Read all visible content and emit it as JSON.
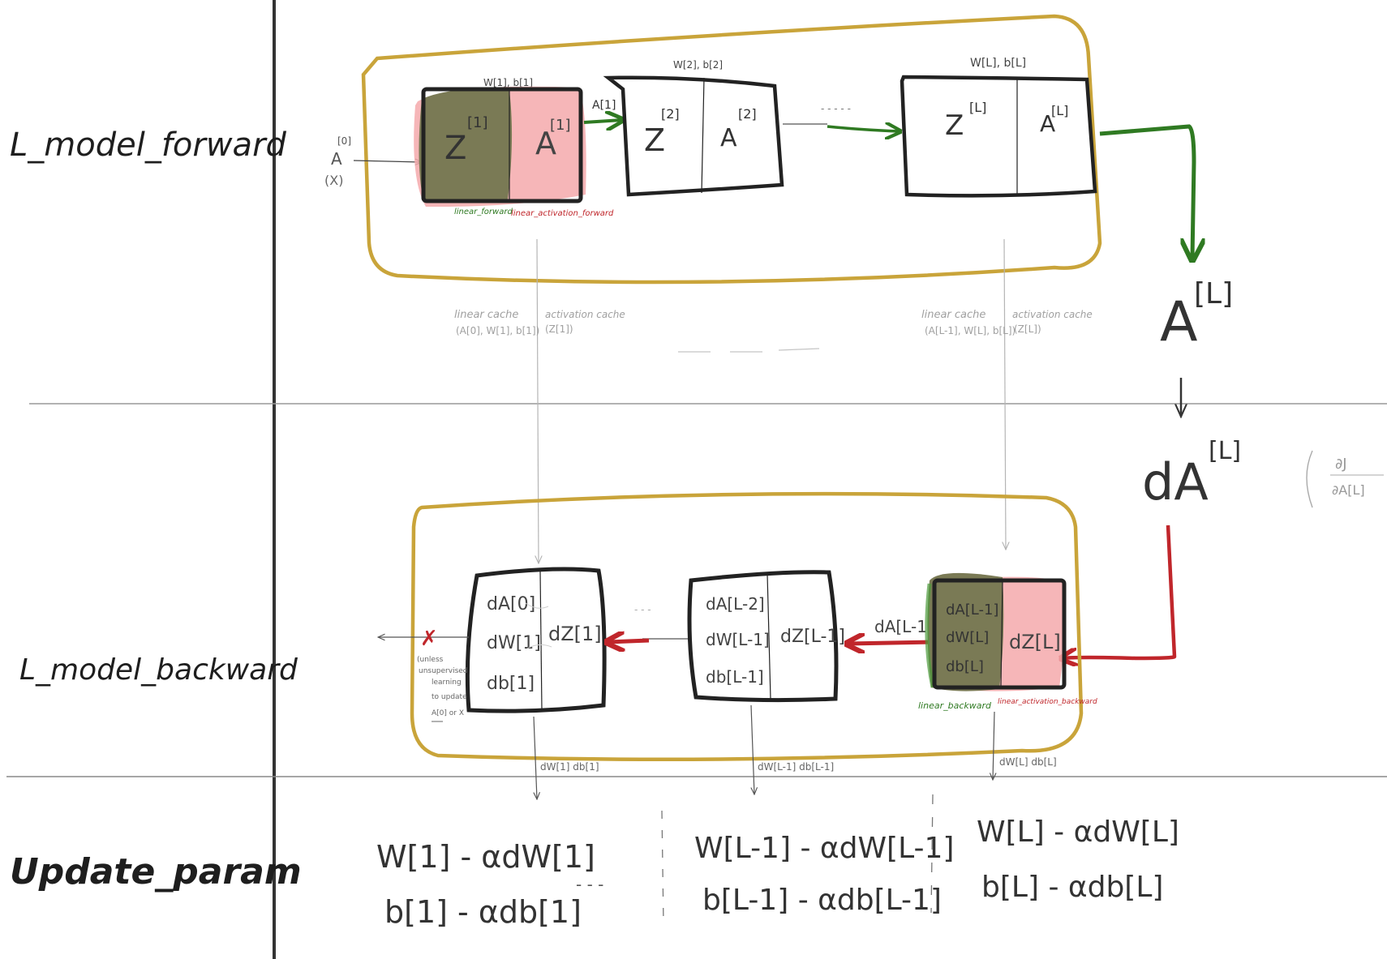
{
  "colors": {
    "ink": "#222222",
    "gold": "#c9a43a",
    "green": "#2f7a22",
    "red": "#c0262b",
    "olive": "#7a7a55",
    "pink": "#f4a9ab",
    "faint": "#9a9a9a"
  },
  "rows": {
    "forward": "L_model_forward",
    "backward": "L_model_backward",
    "update": "Update_param"
  },
  "forward": {
    "input_a": "A",
    "input_a_sup": "[0]",
    "input_x": "(X)",
    "layer1": {
      "params": "W[1], b[1]",
      "z": "Z",
      "z_sup": "[1]",
      "a": "A",
      "a_sup": "[1]",
      "label_linear": "linear_forward",
      "label_activation": "linear_activation_forward",
      "out": "A[1]"
    },
    "layer2": {
      "params": "W[2], b[2]",
      "z": "Z",
      "z_sup": "[2]",
      "a": "A",
      "a_sup": "[2]"
    },
    "layerL": {
      "params": "W[L], b[L]",
      "z": "Z",
      "z_sup": "[L]",
      "a": "A",
      "a_sup": "[L]"
    },
    "dots": "- - - - -"
  },
  "caches": {
    "left_linear": "linear cache",
    "left_linear_val": "(A[0], W[1], b[1])",
    "left_activation": "activation cache",
    "left_activation_val": "(Z[1])",
    "right_linear": "linear cache",
    "right_linear_val": "(A[L-1], W[L], b[L])",
    "right_activation": "activation cache",
    "right_activation_val": "(Z[L])"
  },
  "output": {
    "al": "A",
    "al_sup": "[L]",
    "dal": "dA",
    "dal_sup": "[L]",
    "deriv_num": "∂J",
    "deriv_den": "∂A[L]"
  },
  "backward": {
    "layer1": {
      "da": "dA[0]",
      "dw": "dW[1]",
      "db": "db[1]",
      "dz": "dZ[1]"
    },
    "layer_lm1": {
      "da": "dA[L-2]",
      "dw": "dW[L-1]",
      "db": "db[L-1]",
      "dz": "dZ[L-1]"
    },
    "layerL": {
      "da": "dA[L-1]",
      "dw": "dW[L]",
      "db": "db[L]",
      "dz": "dZ[L]",
      "label_linear": "linear_backward",
      "label_activation": "linear_activation_backward"
    },
    "between_da": "dA[L-1]",
    "dots": "- - -",
    "note": [
      "(unless",
      "unsupervised",
      "learning",
      "to update",
      "A[0] or X"
    ],
    "down1": "dW[1] db[1]",
    "down_lm1": "dW[L-1] db[L-1]",
    "downL": "dW[L] db[L]"
  },
  "update": {
    "col1_w": "W[1] - αdW[1]",
    "col1_b": "b[1] - αdb[1]",
    "col2_w": "W[L-1] - αdW[L-1]",
    "col2_b": "b[L-1] - αdb[L-1]",
    "col3_w": "W[L] - αdW[L]",
    "col3_b": "b[L] - αdb[L]",
    "dots": "- - -"
  }
}
